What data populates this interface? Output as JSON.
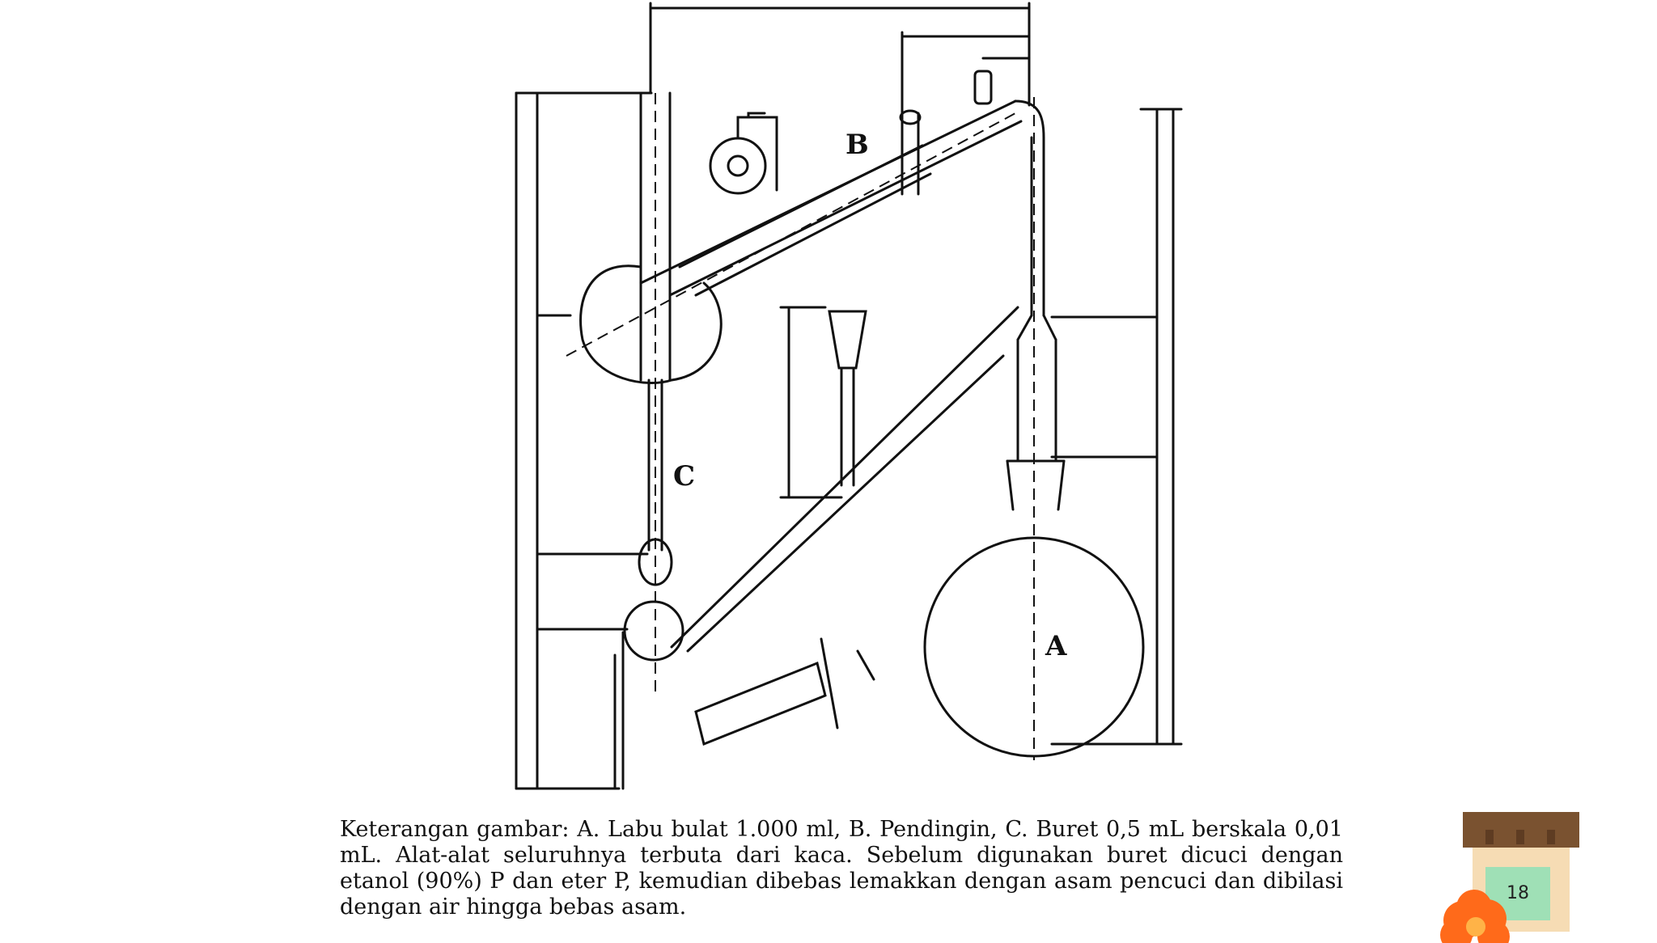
{
  "diagram": {
    "labels": {
      "a": "A",
      "b": "B",
      "c": "C"
    }
  },
  "caption": "Keterangan gambar: A. Labu bulat 1.000 ml, B. Pendingin, C. Buret 0,5 mL berskala 0,01 mL. Alat-alat seluruhnya terbuta dari kaca. Sebelum digunakan buret dicuci dengan etanol (90%) P dan eter P, kemudian dibebas lemakkan dengan asam pencuci dan dibilasi dengan air hingga bebas asam.",
  "page_number": "18",
  "colors": {
    "ink": "#111111",
    "background": "#ffffff",
    "badge_roof": "#7a5230",
    "badge_body": "#f6dcb4",
    "badge_tile": "#9fe0b6",
    "flower": "#ff6a1a"
  }
}
